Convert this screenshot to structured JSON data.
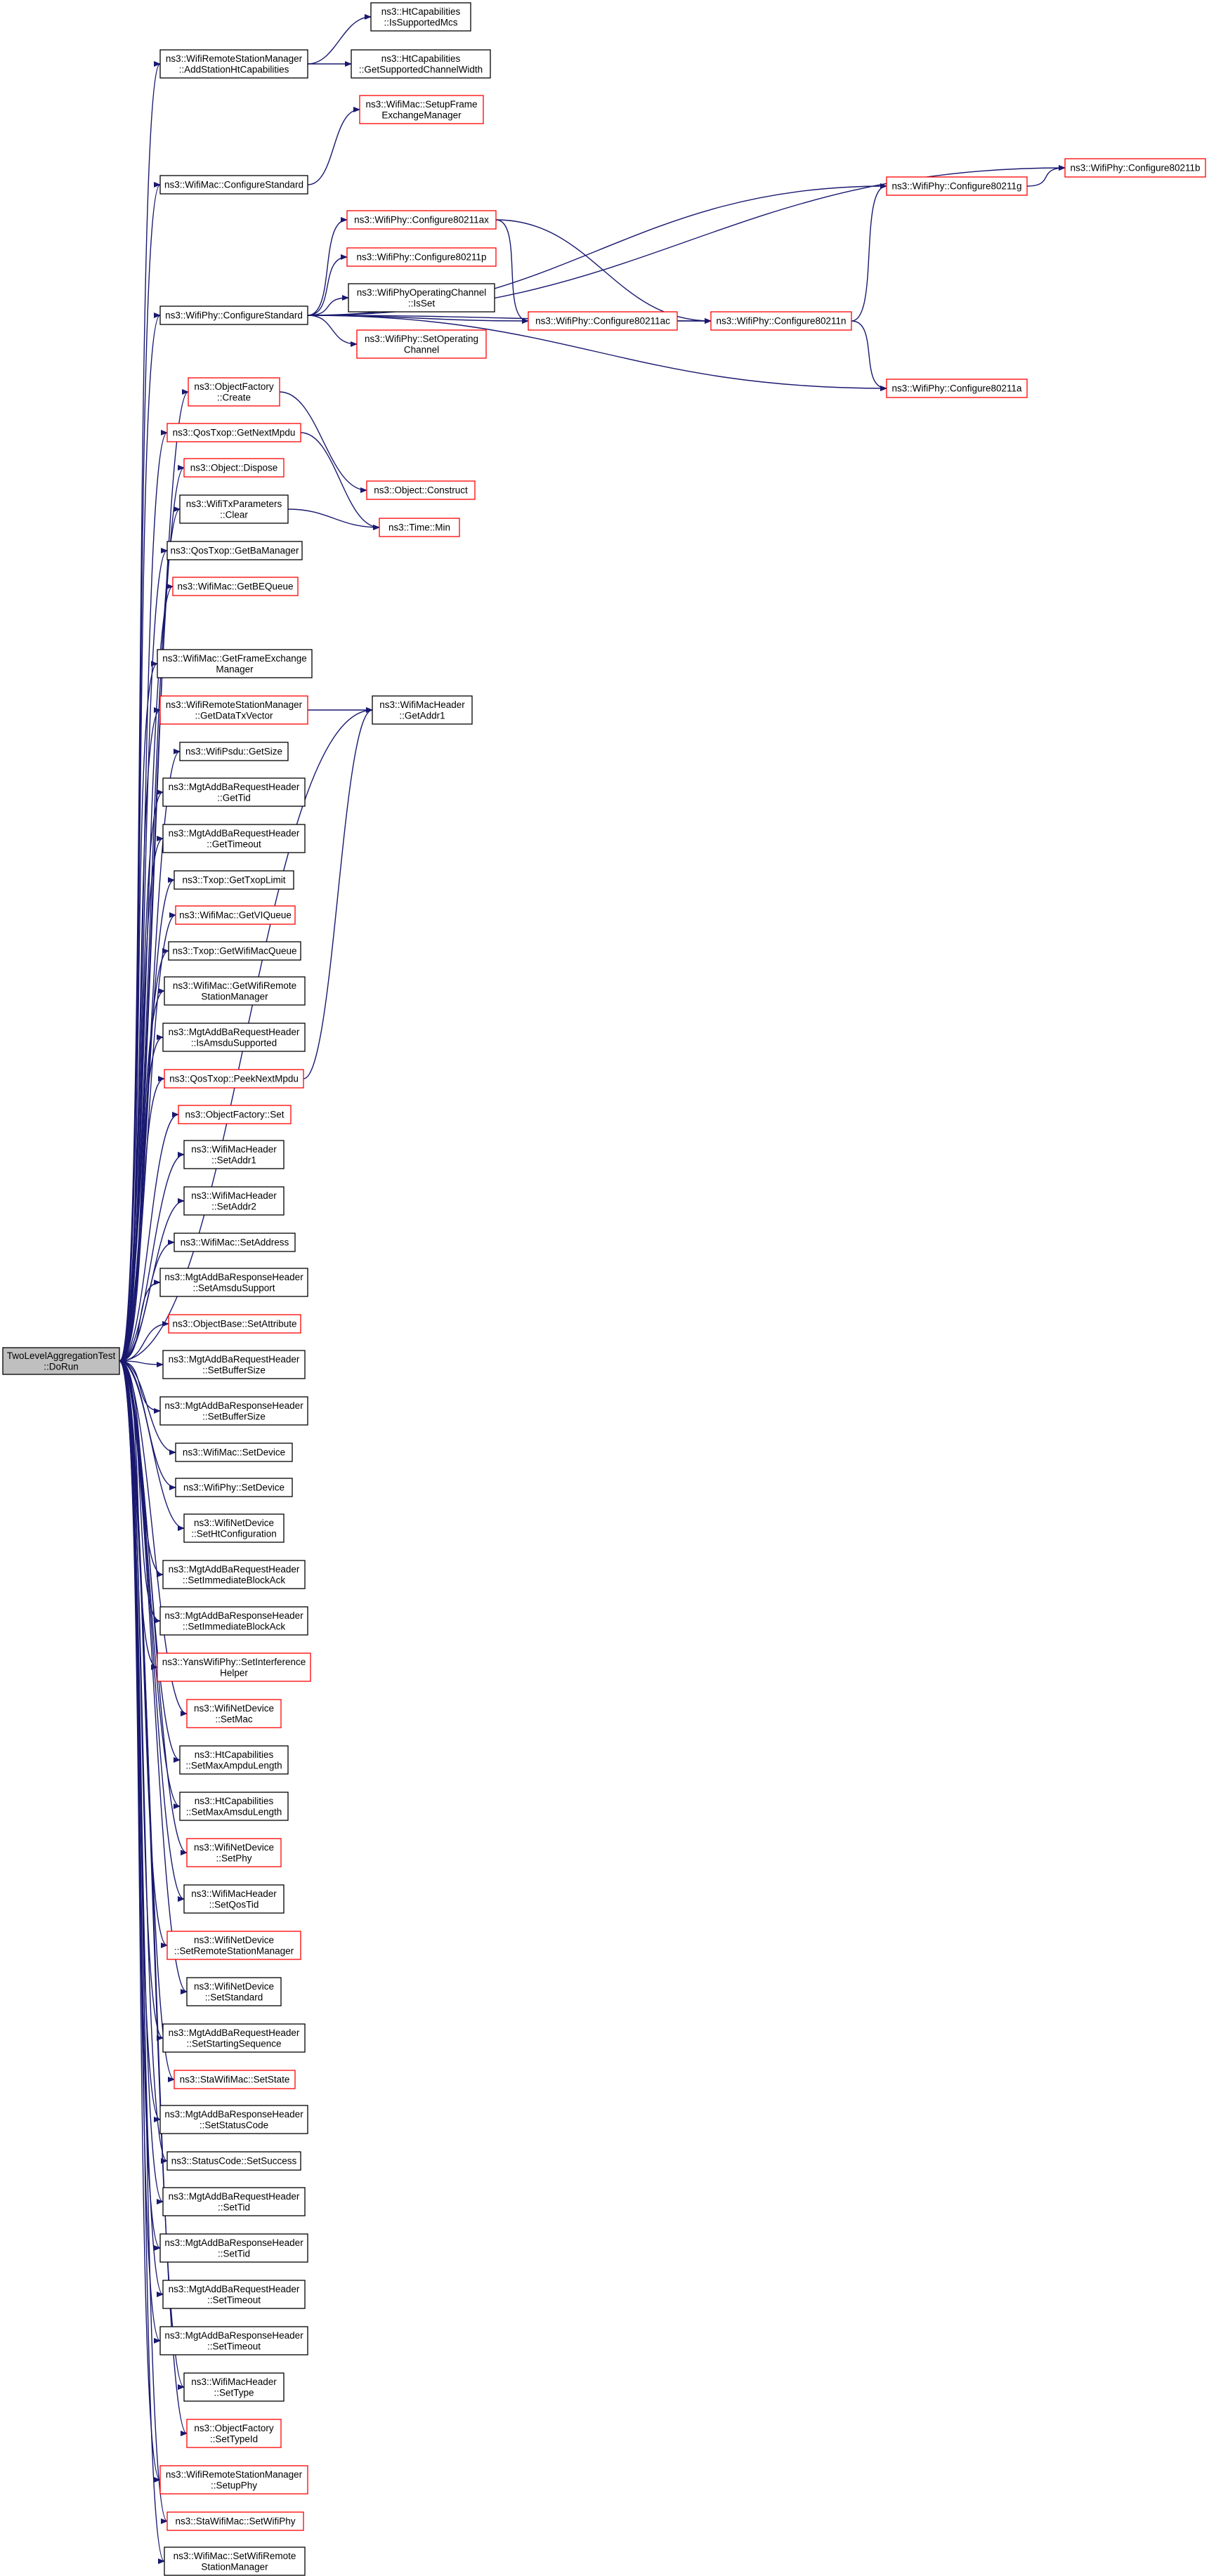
{
  "colors": {
    "edge": "#191970",
    "documented_border": "#000000",
    "undocumented_border": "#ff0000",
    "root_fill": "#bfbfbf",
    "node_fill": "#ffffff"
  },
  "nodes": [
    {
      "id": "root",
      "lines": [
        "TwoLevelAggregationTest",
        "::DoRun"
      ],
      "kind": "root"
    },
    {
      "id": "ht_issupportedmcs",
      "lines": [
        "ns3::HtCapabilities",
        "::IsSupportedMcs"
      ],
      "kind": "documented"
    },
    {
      "id": "rsm_addstationht",
      "lines": [
        "ns3::WifiRemoteStationManager",
        "::AddStationHtCapabilities"
      ],
      "kind": "documented"
    },
    {
      "id": "ht_getsupportedcw",
      "lines": [
        "ns3::HtCapabilities",
        "::GetSupportedChannelWidth"
      ],
      "kind": "documented"
    },
    {
      "id": "mac_setupfem",
      "lines": [
        "ns3::WifiMac::SetupFrame",
        "ExchangeManager"
      ],
      "kind": "undocumented"
    },
    {
      "id": "mac_configurestandard",
      "lines": [
        "ns3::WifiMac::ConfigureStandard"
      ],
      "kind": "documented"
    },
    {
      "id": "phy_configure80211b",
      "lines": [
        "ns3::WifiPhy::Configure80211b"
      ],
      "kind": "undocumented"
    },
    {
      "id": "phy_configure80211g",
      "lines": [
        "ns3::WifiPhy::Configure80211g"
      ],
      "kind": "undocumented"
    },
    {
      "id": "phy_configure80211ax",
      "lines": [
        "ns3::WifiPhy::Configure80211ax"
      ],
      "kind": "undocumented"
    },
    {
      "id": "phy_configure80211p",
      "lines": [
        "ns3::WifiPhy::Configure80211p"
      ],
      "kind": "undocumented"
    },
    {
      "id": "phy_opchannel_isset",
      "lines": [
        "ns3::WifiPhyOperatingChannel",
        "::IsSet"
      ],
      "kind": "documented"
    },
    {
      "id": "phy_configurestandard",
      "lines": [
        "ns3::WifiPhy::ConfigureStandard"
      ],
      "kind": "documented"
    },
    {
      "id": "phy_configure80211ac",
      "lines": [
        "ns3::WifiPhy::Configure80211ac"
      ],
      "kind": "undocumented"
    },
    {
      "id": "phy_configure80211n",
      "lines": [
        "ns3::WifiPhy::Configure80211n"
      ],
      "kind": "undocumented"
    },
    {
      "id": "phy_setoperatingchannel",
      "lines": [
        "ns3::WifiPhy::SetOperating",
        "Channel"
      ],
      "kind": "undocumented"
    },
    {
      "id": "objectfactory_create",
      "lines": [
        "ns3::ObjectFactory",
        "::Create"
      ],
      "kind": "undocumented"
    },
    {
      "id": "phy_configure80211a",
      "lines": [
        "ns3::WifiPhy::Configure80211a"
      ],
      "kind": "undocumented"
    },
    {
      "id": "qostxop_getnextmpdu",
      "lines": [
        "ns3::QosTxop::GetNextMpdu"
      ],
      "kind": "undocumented"
    },
    {
      "id": "object_dispose",
      "lines": [
        "ns3::Object::Dispose"
      ],
      "kind": "undocumented"
    },
    {
      "id": "object_construct",
      "lines": [
        "ns3::Object::Construct"
      ],
      "kind": "undocumented"
    },
    {
      "id": "txparams_clear",
      "lines": [
        "ns3::WifiTxParameters",
        "::Clear"
      ],
      "kind": "documented"
    },
    {
      "id": "time_min",
      "lines": [
        "ns3::Time::Min"
      ],
      "kind": "undocumented"
    },
    {
      "id": "qostxop_getbamanager",
      "lines": [
        "ns3::QosTxop::GetBaManager"
      ],
      "kind": "documented"
    },
    {
      "id": "mac_getbequeue",
      "lines": [
        "ns3::WifiMac::GetBEQueue"
      ],
      "kind": "undocumented"
    },
    {
      "id": "mac_getfem",
      "lines": [
        "ns3::WifiMac::GetFrameExchange",
        "Manager"
      ],
      "kind": "documented"
    },
    {
      "id": "rsm_getdatatxvector",
      "lines": [
        "ns3::WifiRemoteStationManager",
        "::GetDataTxVector"
      ],
      "kind": "undocumented"
    },
    {
      "id": "macheader_getaddr1",
      "lines": [
        "ns3::WifiMacHeader",
        "::GetAddr1"
      ],
      "kind": "documented"
    },
    {
      "id": "psdu_getsize",
      "lines": [
        "ns3::WifiPsdu::GetSize"
      ],
      "kind": "documented"
    },
    {
      "id": "addbareq_gettid",
      "lines": [
        "ns3::MgtAddBaRequestHeader",
        "::GetTid"
      ],
      "kind": "documented"
    },
    {
      "id": "addbareq_gettimeout",
      "lines": [
        "ns3::MgtAddBaRequestHeader",
        "::GetTimeout"
      ],
      "kind": "documented"
    },
    {
      "id": "txop_gettxoplimit",
      "lines": [
        "ns3::Txop::GetTxopLimit"
      ],
      "kind": "documented"
    },
    {
      "id": "mac_getviqueue",
      "lines": [
        "ns3::WifiMac::GetVIQueue"
      ],
      "kind": "undocumented"
    },
    {
      "id": "txop_getwifimacqueue",
      "lines": [
        "ns3::Txop::GetWifiMacQueue"
      ],
      "kind": "documented"
    },
    {
      "id": "mac_getrsm",
      "lines": [
        "ns3::WifiMac::GetWifiRemote",
        "StationManager"
      ],
      "kind": "documented"
    },
    {
      "id": "addbareq_isamsdusupported",
      "lines": [
        "ns3::MgtAddBaRequestHeader",
        "::IsAmsduSupported"
      ],
      "kind": "documented"
    },
    {
      "id": "qostxop_peeknextmpdu",
      "lines": [
        "ns3::QosTxop::PeekNextMpdu"
      ],
      "kind": "undocumented"
    },
    {
      "id": "objectfactory_set",
      "lines": [
        "ns3::ObjectFactory::Set"
      ],
      "kind": "undocumented"
    },
    {
      "id": "macheader_setaddr1",
      "lines": [
        "ns3::WifiMacHeader",
        "::SetAddr1"
      ],
      "kind": "documented"
    },
    {
      "id": "macheader_setaddr2",
      "lines": [
        "ns3::WifiMacHeader",
        "::SetAddr2"
      ],
      "kind": "documented"
    },
    {
      "id": "mac_setaddress",
      "lines": [
        "ns3::WifiMac::SetAddress"
      ],
      "kind": "documented"
    },
    {
      "id": "addbaresp_setamsdusupport",
      "lines": [
        "ns3::MgtAddBaResponseHeader",
        "::SetAmsduSupport"
      ],
      "kind": "documented"
    },
    {
      "id": "objectbase_setattribute",
      "lines": [
        "ns3::ObjectBase::SetAttribute"
      ],
      "kind": "undocumented"
    },
    {
      "id": "addbareq_setbuffersize",
      "lines": [
        "ns3::MgtAddBaRequestHeader",
        "::SetBufferSize"
      ],
      "kind": "documented"
    },
    {
      "id": "addbaresp_setbuffersize",
      "lines": [
        "ns3::MgtAddBaResponseHeader",
        "::SetBufferSize"
      ],
      "kind": "documented"
    },
    {
      "id": "mac_setdevice",
      "lines": [
        "ns3::WifiMac::SetDevice"
      ],
      "kind": "documented"
    },
    {
      "id": "phy_setdevice",
      "lines": [
        "ns3::WifiPhy::SetDevice"
      ],
      "kind": "documented"
    },
    {
      "id": "netdevice_sethtconfig",
      "lines": [
        "ns3::WifiNetDevice",
        "::SetHtConfiguration"
      ],
      "kind": "documented"
    },
    {
      "id": "addbareq_setimmediateblockack",
      "lines": [
        "ns3::MgtAddBaRequestHeader",
        "::SetImmediateBlockAck"
      ],
      "kind": "documented"
    },
    {
      "id": "addbaresp_setimmediateblockack",
      "lines": [
        "ns3::MgtAddBaResponseHeader",
        "::SetImmediateBlockAck"
      ],
      "kind": "documented"
    },
    {
      "id": "yansphy_setinterferencehelper",
      "lines": [
        "ns3::YansWifiPhy::SetInterference",
        "Helper"
      ],
      "kind": "undocumented"
    },
    {
      "id": "netdevice_setmac",
      "lines": [
        "ns3::WifiNetDevice",
        "::SetMac"
      ],
      "kind": "undocumented"
    },
    {
      "id": "ht_setmaxampdulength",
      "lines": [
        "ns3::HtCapabilities",
        "::SetMaxAmpduLength"
      ],
      "kind": "documented"
    },
    {
      "id": "ht_setmaxamsdulength",
      "lines": [
        "ns3::HtCapabilities",
        "::SetMaxAmsduLength"
      ],
      "kind": "documented"
    },
    {
      "id": "netdevice_setphy",
      "lines": [
        "ns3::WifiNetDevice",
        "::SetPhy"
      ],
      "kind": "undocumented"
    },
    {
      "id": "macheader_setqostid",
      "lines": [
        "ns3::WifiMacHeader",
        "::SetQosTid"
      ],
      "kind": "documented"
    },
    {
      "id": "netdevice_setrsm",
      "lines": [
        "ns3::WifiNetDevice",
        "::SetRemoteStationManager"
      ],
      "kind": "undocumented"
    },
    {
      "id": "netdevice_setstandard",
      "lines": [
        "ns3::WifiNetDevice",
        "::SetStandard"
      ],
      "kind": "documented"
    },
    {
      "id": "addbareq_setstartingsequence",
      "lines": [
        "ns3::MgtAddBaRequestHeader",
        "::SetStartingSequence"
      ],
      "kind": "documented"
    },
    {
      "id": "stamac_setstate",
      "lines": [
        "ns3::StaWifiMac::SetState"
      ],
      "kind": "undocumented"
    },
    {
      "id": "addbaresp_setstatuscode",
      "lines": [
        "ns3::MgtAddBaResponseHeader",
        "::SetStatusCode"
      ],
      "kind": "documented"
    },
    {
      "id": "statuscode_setsuccess",
      "lines": [
        "ns3::StatusCode::SetSuccess"
      ],
      "kind": "documented"
    },
    {
      "id": "addbareq_settid",
      "lines": [
        "ns3::MgtAddBaRequestHeader",
        "::SetTid"
      ],
      "kind": "documented"
    },
    {
      "id": "addbaresp_settid",
      "lines": [
        "ns3::MgtAddBaResponseHeader",
        "::SetTid"
      ],
      "kind": "documented"
    },
    {
      "id": "addbareq_settimeout",
      "lines": [
        "ns3::MgtAddBaRequestHeader",
        "::SetTimeout"
      ],
      "kind": "documented"
    },
    {
      "id": "addbaresp_settimeout",
      "lines": [
        "ns3::MgtAddBaResponseHeader",
        "::SetTimeout"
      ],
      "kind": "documented"
    },
    {
      "id": "macheader_settype",
      "lines": [
        "ns3::WifiMacHeader",
        "::SetType"
      ],
      "kind": "documented"
    },
    {
      "id": "objectfactory_settypeid",
      "lines": [
        "ns3::ObjectFactory",
        "::SetTypeId"
      ],
      "kind": "undocumented"
    },
    {
      "id": "rsm_setupphy",
      "lines": [
        "ns3::WifiRemoteStationManager",
        "::SetupPhy"
      ],
      "kind": "undocumented"
    },
    {
      "id": "stamac_setwifiphy",
      "lines": [
        "ns3::StaWifiMac::SetWifiPhy"
      ],
      "kind": "undocumented"
    },
    {
      "id": "mac_setrsm",
      "lines": [
        "ns3::WifiMac::SetWifiRemote",
        "StationManager"
      ],
      "kind": "documented"
    }
  ],
  "edges": [
    [
      "root",
      "rsm_addstationht"
    ],
    [
      "root",
      "mac_configurestandard"
    ],
    [
      "root",
      "phy_configurestandard"
    ],
    [
      "root",
      "objectfactory_create"
    ],
    [
      "root",
      "qostxop_getnextmpdu"
    ],
    [
      "root",
      "object_dispose"
    ],
    [
      "root",
      "txparams_clear"
    ],
    [
      "root",
      "qostxop_getbamanager"
    ],
    [
      "root",
      "mac_getbequeue"
    ],
    [
      "root",
      "macheader_getaddr1"
    ],
    [
      "root",
      "mac_getfem"
    ],
    [
      "root",
      "rsm_getdatatxvector"
    ],
    [
      "root",
      "psdu_getsize"
    ],
    [
      "root",
      "addbareq_gettid"
    ],
    [
      "root",
      "addbareq_gettimeout"
    ],
    [
      "root",
      "txop_gettxoplimit"
    ],
    [
      "root",
      "mac_getviqueue"
    ],
    [
      "root",
      "txop_getwifimacqueue"
    ],
    [
      "root",
      "mac_getrsm"
    ],
    [
      "root",
      "addbareq_isamsdusupported"
    ],
    [
      "root",
      "qostxop_peeknextmpdu"
    ],
    [
      "root",
      "objectfactory_set"
    ],
    [
      "root",
      "macheader_setaddr1"
    ],
    [
      "root",
      "macheader_setaddr2"
    ],
    [
      "root",
      "mac_setaddress"
    ],
    [
      "root",
      "addbaresp_setamsdusupport"
    ],
    [
      "root",
      "objectbase_setattribute"
    ],
    [
      "root",
      "addbareq_setbuffersize"
    ],
    [
      "root",
      "addbaresp_setbuffersize"
    ],
    [
      "root",
      "mac_setdevice"
    ],
    [
      "root",
      "phy_setdevice"
    ],
    [
      "root",
      "netdevice_sethtconfig"
    ],
    [
      "root",
      "addbareq_setimmediateblockack"
    ],
    [
      "root",
      "addbaresp_setimmediateblockack"
    ],
    [
      "root",
      "yansphy_setinterferencehelper"
    ],
    [
      "root",
      "netdevice_setmac"
    ],
    [
      "root",
      "ht_setmaxampdulength"
    ],
    [
      "root",
      "ht_setmaxamsdulength"
    ],
    [
      "root",
      "netdevice_setphy"
    ],
    [
      "root",
      "macheader_setqostid"
    ],
    [
      "root",
      "netdevice_setrsm"
    ],
    [
      "root",
      "netdevice_setstandard"
    ],
    [
      "root",
      "addbareq_setstartingsequence"
    ],
    [
      "root",
      "stamac_setstate"
    ],
    [
      "root",
      "addbaresp_setstatuscode"
    ],
    [
      "root",
      "statuscode_setsuccess"
    ],
    [
      "root",
      "addbareq_settid"
    ],
    [
      "root",
      "addbaresp_settid"
    ],
    [
      "root",
      "addbareq_settimeout"
    ],
    [
      "root",
      "addbaresp_settimeout"
    ],
    [
      "root",
      "macheader_settype"
    ],
    [
      "root",
      "objectfactory_settypeid"
    ],
    [
      "root",
      "rsm_setupphy"
    ],
    [
      "root",
      "stamac_setwifiphy"
    ],
    [
      "root",
      "mac_setrsm"
    ],
    [
      "rsm_addstationht",
      "ht_issupportedmcs"
    ],
    [
      "rsm_addstationht",
      "ht_getsupportedcw"
    ],
    [
      "mac_configurestandard",
      "mac_setupfem"
    ],
    [
      "phy_configurestandard",
      "phy_configure80211b"
    ],
    [
      "phy_configurestandard",
      "phy_configure80211g"
    ],
    [
      "phy_configurestandard",
      "phy_configure80211ax"
    ],
    [
      "phy_configurestandard",
      "phy_configure80211p"
    ],
    [
      "phy_configurestandard",
      "phy_opchannel_isset"
    ],
    [
      "phy_configurestandard",
      "phy_setoperatingchannel"
    ],
    [
      "phy_configurestandard",
      "phy_configure80211ac"
    ],
    [
      "phy_configurestandard",
      "phy_configure80211n"
    ],
    [
      "phy_configurestandard",
      "phy_configure80211a"
    ],
    [
      "phy_configure80211ax",
      "phy_configure80211ac"
    ],
    [
      "phy_configure80211ax",
      "phy_configure80211n"
    ],
    [
      "phy_configure80211ac",
      "phy_configure80211n"
    ],
    [
      "phy_configure80211n",
      "phy_configure80211g"
    ],
    [
      "phy_configure80211n",
      "phy_configure80211a"
    ],
    [
      "phy_configure80211g",
      "phy_configure80211b"
    ],
    [
      "objectfactory_create",
      "object_construct"
    ],
    [
      "qostxop_getnextmpdu",
      "time_min"
    ],
    [
      "txparams_clear",
      "time_min"
    ],
    [
      "rsm_getdatatxvector",
      "macheader_getaddr1"
    ],
    [
      "qostxop_peeknextmpdu",
      "macheader_getaddr1"
    ]
  ]
}
